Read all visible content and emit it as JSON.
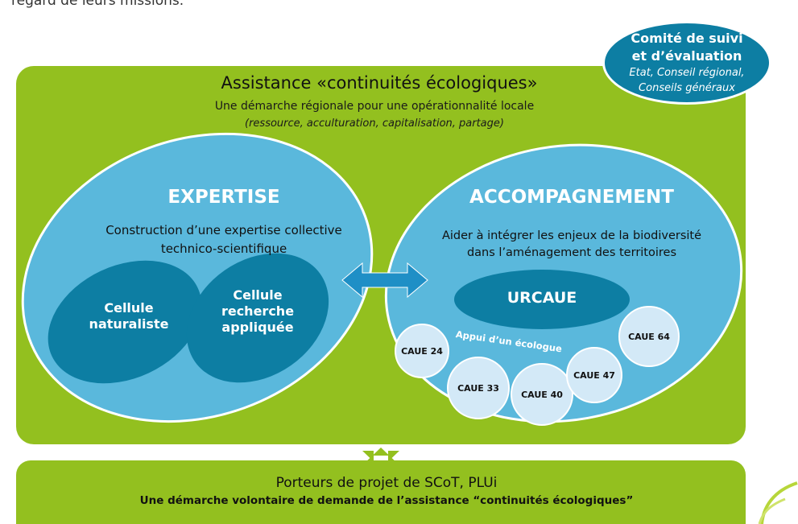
{
  "intro_fragment": "regard de leurs missions.",
  "main": {
    "title": "Assistance «continuités écologiques»",
    "subtitle": "Une démarche régionale pour une opérationnalité locale",
    "subnote": "(ressource, acculturation, capitalisation, partage)"
  },
  "committee": {
    "title_line1": "Comité de suivi",
    "title_line2": "et d’évaluation",
    "members_line1": "Etat, Conseil régional,",
    "members_line2": "Conseils généraux"
  },
  "expertise": {
    "heading": "EXPERTISE",
    "desc_line1": "Construction d’une expertise collective",
    "desc_line2": "technico-scientifique",
    "cell1_line1": "Cellule",
    "cell1_line2": "naturaliste",
    "cell2_line1": "Cellule",
    "cell2_line2": "recherche",
    "cell2_line3": "appliquée"
  },
  "accompagnement": {
    "heading": "ACCOMPAGNEMENT",
    "desc_line1": "Aider à intégrer les enjeux de la biodiversité",
    "desc_line2": "dans l’aménagement des territoires",
    "hub": "URCAUE",
    "support": "Appui d’un écologue",
    "caue": [
      "CAUE 24",
      "CAUE 33",
      "CAUE 40",
      "CAUE 47",
      "CAUE 64"
    ]
  },
  "bottom": {
    "title": "Porteurs de projet de SCoT, PLUi",
    "subtitle": "Une démarche volontaire de demande de l’assistance “continuités écologiques”"
  },
  "colors": {
    "green": "#93c01f",
    "light_blue": "#5ab8dc",
    "dark_blue": "#0d7ea3",
    "circle_fill": "#d3e9f7"
  }
}
